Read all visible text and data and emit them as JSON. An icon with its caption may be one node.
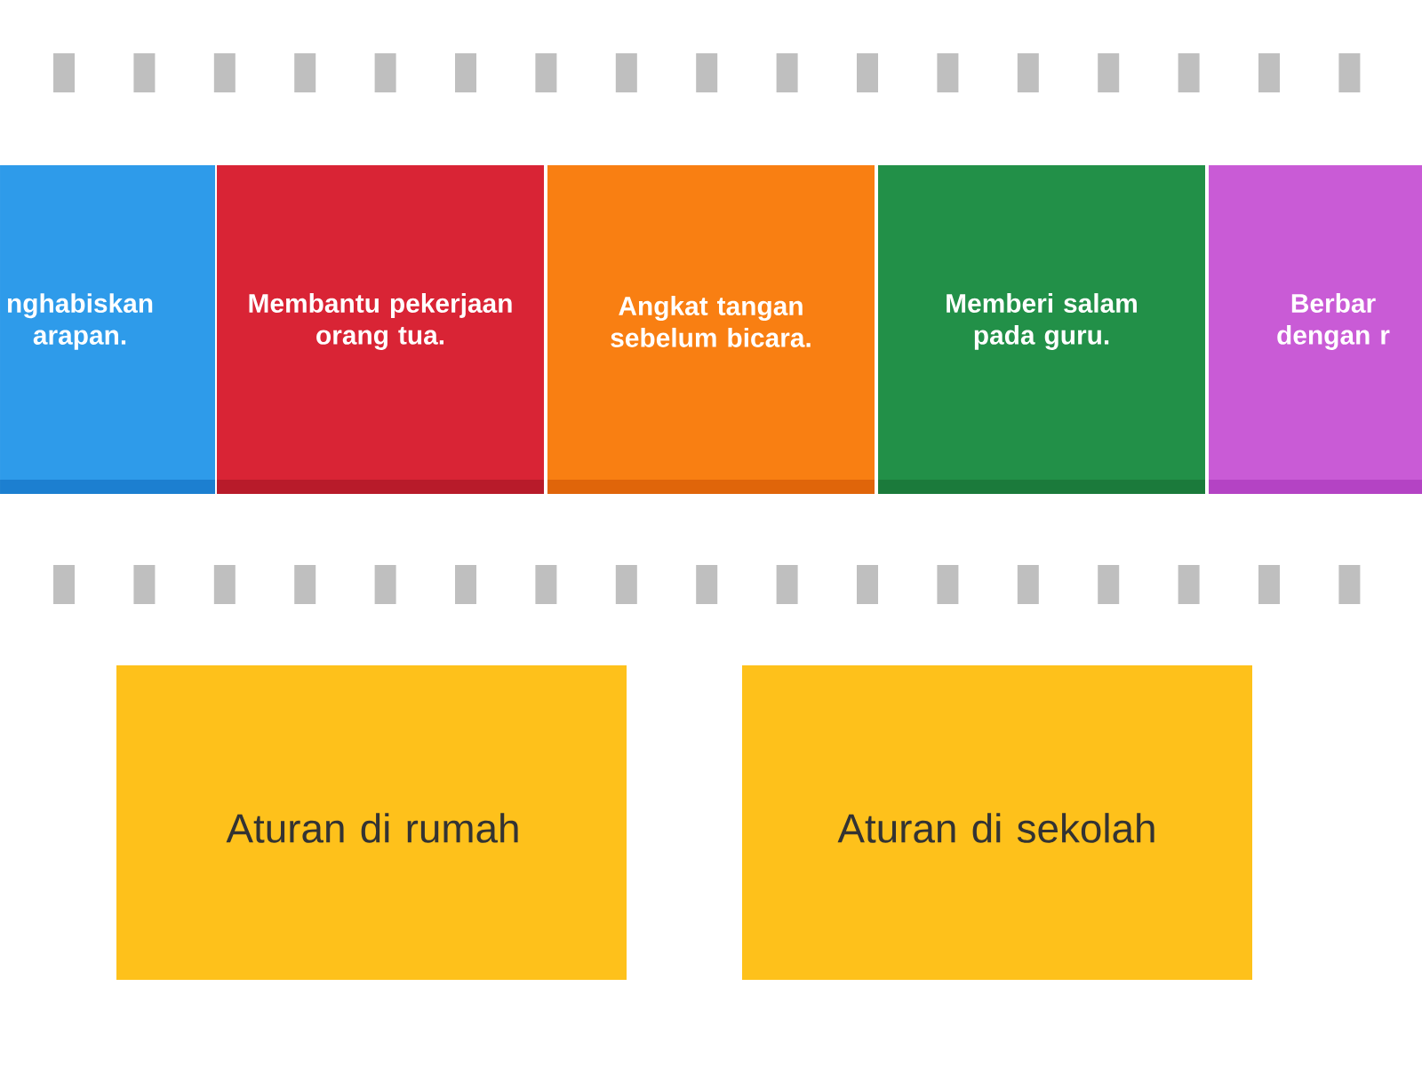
{
  "diagram": {
    "nodes": [
      {
        "text": [
          "nghabiskan arapan."
        ]
      },
      {
        "text": [
          "Membantu pekerjaan orang tua."
        ]
      },
      {
        "text": [
          "Angkat tangan sebelum bicara."
        ]
      },
      {
        "text": [
          "Memberi salam pada guru."
        ]
      },
      {
        "text": [
          "Berbar dengan r"
        ]
      },
      {
        "text": [
          "Aturan di rumah"
        ]
      },
      {
        "text": [
          "Aturan di sekolah"
        ]
      }
    ]
  }
}
